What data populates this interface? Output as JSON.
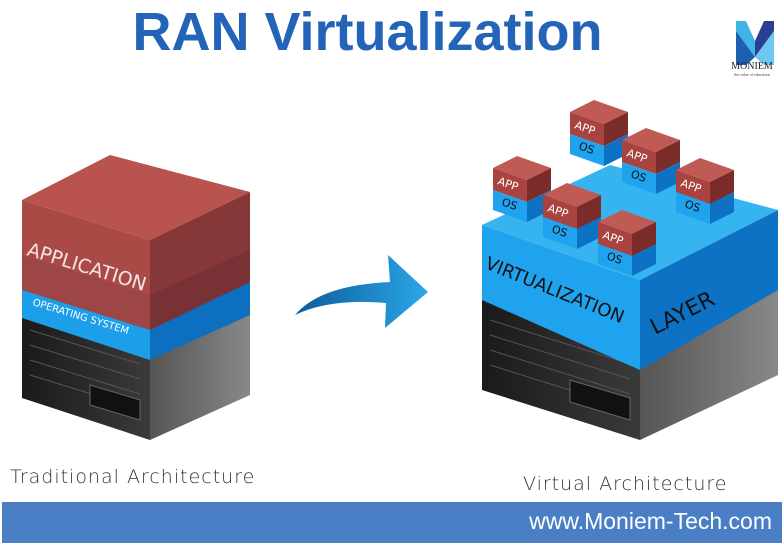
{
  "title": "RAN Virtualization",
  "logo": {
    "name": "MONIEM",
    "tagline": "the value of education"
  },
  "traditional": {
    "application_label": "APPLICATION",
    "os_label": "OPERATING SYSTEM",
    "caption": "Traditional Architecture"
  },
  "virtual": {
    "layer_label_1": "VIRTUALIZATION",
    "layer_label_2": "LAYER",
    "app_label": "APP",
    "os_label": "OS",
    "caption": "Virtual Architecture"
  },
  "footer": {
    "url": "www.Moniem-Tech.com"
  },
  "colors": {
    "title": "#2464b8",
    "footer": "#4a7fc6",
    "app_red": "#a8433f",
    "os_blue": "#1fa3ee",
    "server": "#2b2b2b"
  }
}
